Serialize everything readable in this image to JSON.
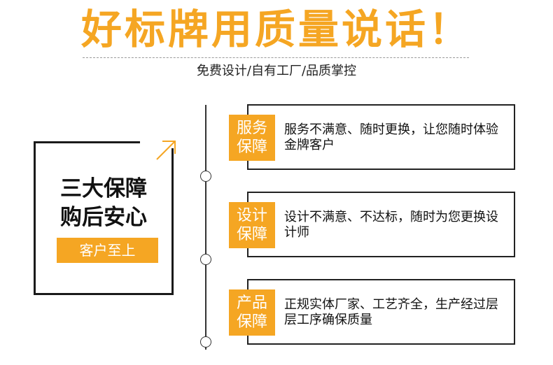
{
  "header": {
    "title": "好标牌用质量说话！",
    "subtitle": "免费设计/自有工厂/品质掌控"
  },
  "guarantee": {
    "line1": "三大保障",
    "line2": "购后安心",
    "tag": "客户至上",
    "icon": "arrow-up-right-icon"
  },
  "items": [
    {
      "badge_top": "服务",
      "badge_bottom": "保障",
      "text": "服务不满意、随时更换，让您随时体验金牌客户"
    },
    {
      "badge_top": "设计",
      "badge_bottom": "保障",
      "text": "设计不满意、不达标，随时为您更换设计师"
    },
    {
      "badge_top": "产品",
      "badge_bottom": "保障",
      "text": "正规实体厂家、工艺齐全，生产经过层层工序确保质量"
    }
  ],
  "colors": {
    "accent": "#f5a623",
    "border": "#222222",
    "text": "#222222"
  }
}
